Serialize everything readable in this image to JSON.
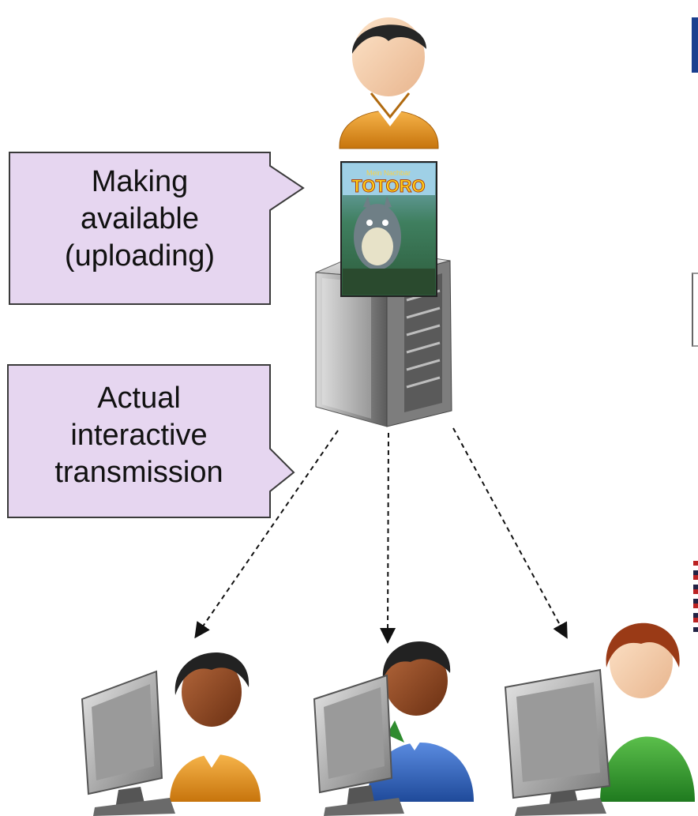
{
  "callouts": [
    {
      "lines": [
        "Making",
        "available",
        "(uploading)"
      ]
    },
    {
      "lines": [
        "Actual",
        "interactive",
        "transmission"
      ]
    }
  ],
  "poster": {
    "title": "TOTORO",
    "subtitle": "Mein Nachbar"
  },
  "colors": {
    "callout_fill": "#e6d6f0",
    "callout_border": "#3a3a3a",
    "uploader_shirt": "#e8961e",
    "server_body": "#8f8f8f",
    "viewer_1_shirt": "#f09a1a",
    "viewer_2_shirt": "#2f5fb8",
    "viewer_3_shirt": "#2e8b2e",
    "edge_accent": "#1a3f8f"
  },
  "icons": [
    "uploader-person-icon",
    "movie-poster-icon",
    "server-icon",
    "viewer-computer-icon"
  ]
}
